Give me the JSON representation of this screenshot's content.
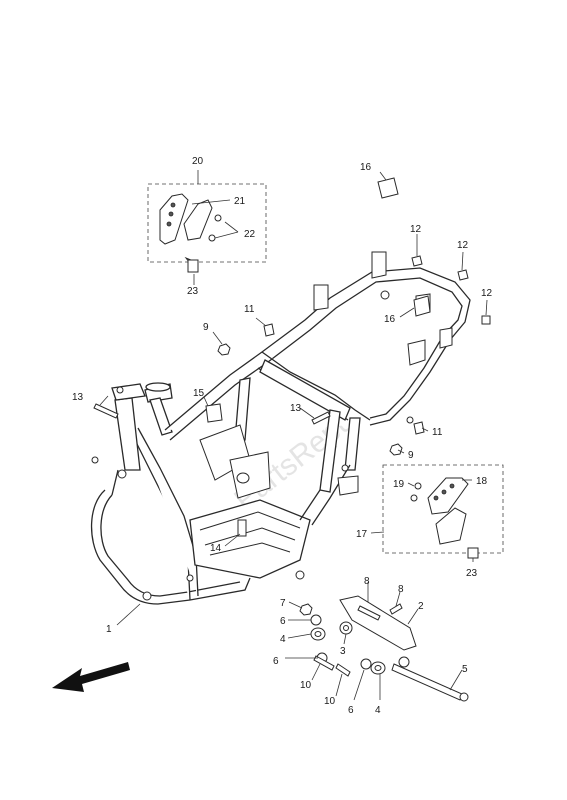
{
  "labels": {
    "l1": "1",
    "l2": "2",
    "l3": "3",
    "l4a": "4",
    "l4b": "4",
    "l5": "5",
    "l6a": "6",
    "l6b": "6",
    "l6c": "6",
    "l7": "7",
    "l8a": "8",
    "l8b": "8",
    "l9a": "9",
    "l9b": "9",
    "l10a": "10",
    "l10b": "10",
    "l11a": "11",
    "l11b": "11",
    "l12a": "12",
    "l12b": "12",
    "l12c": "12",
    "l13a": "13",
    "l13b": "13",
    "l14": "14",
    "l15": "15",
    "l16a": "16",
    "l16b": "16",
    "l17": "17",
    "l18": "18",
    "l19": "19",
    "l20": "20",
    "l21": "21",
    "l22": "22",
    "l23a": "23",
    "l23b": "23"
  },
  "watermark": "PartsRepublik"
}
